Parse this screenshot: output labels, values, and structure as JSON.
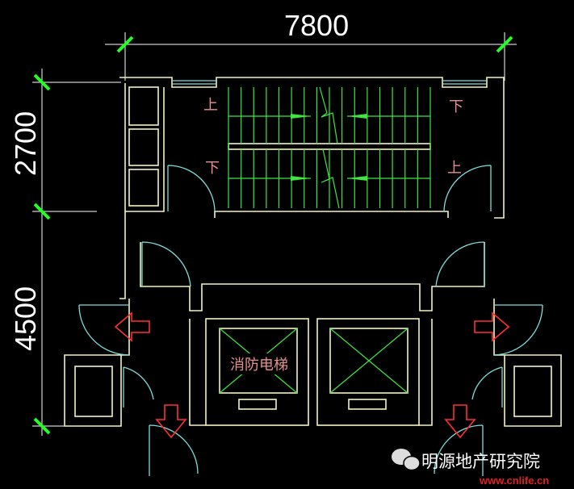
{
  "dimensions": {
    "width": "7800",
    "upper_height": "2700",
    "lower_height": "4500"
  },
  "stairs": {
    "up_label": "上",
    "down_label": "下",
    "treads_per_flight": 16
  },
  "elevators": {
    "fire_elevator_label": "消防电梯"
  },
  "watermark": {
    "brand": "明源地产研究院",
    "url": "www.cnlife.cn"
  },
  "colors": {
    "wall": "#f2f2c4",
    "stair": "#3ee63e",
    "door": "#7fdede",
    "label": "#e89090",
    "arrow": "#ff3030"
  }
}
